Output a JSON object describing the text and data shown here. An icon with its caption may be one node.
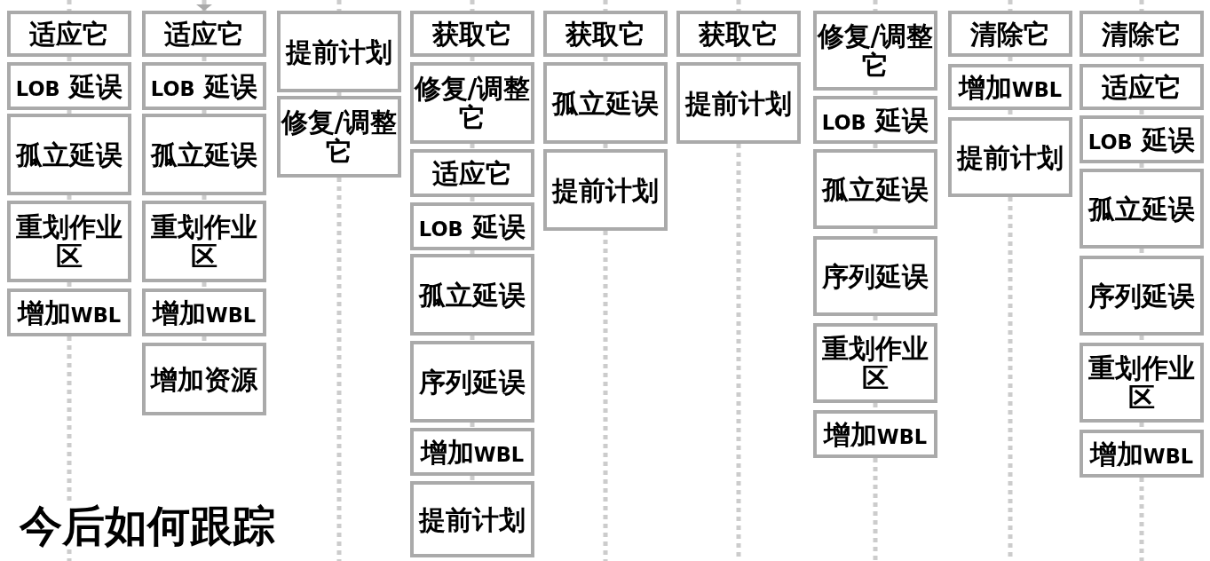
{
  "diagram": {
    "nodes": [
      {
        "text": [
          "适应它"
        ]
      },
      {
        "text": [
          "LOB 延误"
        ]
      },
      {
        "text": [
          "孤立延误"
        ]
      },
      {
        "text": [
          "重划作业区"
        ]
      },
      {
        "text": [
          "增加WBL"
        ]
      },
      {
        "text": [
          "适应它"
        ]
      },
      {
        "text": [
          "LOB 延误"
        ]
      },
      {
        "text": [
          "孤立延误"
        ]
      },
      {
        "text": [
          "重划作业区"
        ]
      },
      {
        "text": [
          "增加WBL"
        ]
      },
      {
        "text": [
          "增加资源"
        ]
      },
      {
        "text": [
          "提前计划"
        ]
      },
      {
        "text": [
          "修复/调整它"
        ]
      },
      {
        "text": [
          "获取它"
        ]
      },
      {
        "text": [
          "修复/调整它"
        ]
      },
      {
        "text": [
          "适应它"
        ]
      },
      {
        "text": [
          "LOB 延误"
        ]
      },
      {
        "text": [
          "孤立延误"
        ]
      },
      {
        "text": [
          "序列延误"
        ]
      },
      {
        "text": [
          "增加WBL"
        ]
      },
      {
        "text": [
          "提前计划"
        ]
      },
      {
        "text": [
          "获取它"
        ]
      },
      {
        "text": [
          "孤立延误"
        ]
      },
      {
        "text": [
          "提前计划"
        ]
      },
      {
        "text": [
          "获取它"
        ]
      },
      {
        "text": [
          "提前计划"
        ]
      },
      {
        "text": [
          "修复/调整它"
        ]
      },
      {
        "text": [
          "LOB 延误"
        ]
      },
      {
        "text": [
          "孤立延误"
        ]
      },
      {
        "text": [
          "序列延误"
        ]
      },
      {
        "text": [
          "重划作业区"
        ]
      },
      {
        "text": [
          "增加WBL"
        ]
      },
      {
        "text": [
          "清除它"
        ]
      },
      {
        "text": [
          "增加WBL"
        ]
      },
      {
        "text": [
          "提前计划"
        ]
      },
      {
        "text": [
          "清除它"
        ]
      },
      {
        "text": [
          "适应它"
        ]
      },
      {
        "text": [
          "LOB 延误"
        ]
      },
      {
        "text": [
          "孤立延误"
        ]
      },
      {
        "text": [
          "序列延误"
        ]
      },
      {
        "text": [
          "重划作业区"
        ]
      },
      {
        "text": [
          "增加WBL"
        ]
      }
    ],
    "edges": [
      {
        "from": null,
        "to": 0,
        "arrow": "none"
      },
      {
        "from": 0,
        "to": 1,
        "arrow": "none"
      },
      {
        "from": 1,
        "to": 2,
        "arrow": "none"
      },
      {
        "from": 2,
        "to": 3,
        "arrow": "none"
      },
      {
        "from": 3,
        "to": 4,
        "arrow": "none"
      },
      {
        "from": 4,
        "to": null,
        "arrow": "none"
      },
      {
        "from": null,
        "to": 5,
        "arrow": "to"
      },
      {
        "from": 5,
        "to": 6,
        "arrow": "none"
      },
      {
        "from": 6,
        "to": 7,
        "arrow": "none"
      },
      {
        "from": 7,
        "to": 8,
        "arrow": "none"
      },
      {
        "from": 8,
        "to": 9,
        "arrow": "none"
      },
      {
        "from": 9,
        "to": 10,
        "arrow": "none"
      },
      {
        "from": null,
        "to": 11,
        "arrow": "none"
      },
      {
        "from": 11,
        "to": 12,
        "arrow": "none"
      },
      {
        "from": 12,
        "to": null,
        "arrow": "none"
      },
      {
        "from": null,
        "to": 13,
        "arrow": "none"
      },
      {
        "from": 13,
        "to": 14,
        "arrow": "none"
      },
      {
        "from": 14,
        "to": 15,
        "arrow": "none"
      },
      {
        "from": 15,
        "to": 16,
        "arrow": "none"
      },
      {
        "from": 16,
        "to": 17,
        "arrow": "none"
      },
      {
        "from": 17,
        "to": 18,
        "arrow": "none"
      },
      {
        "from": 18,
        "to": 19,
        "arrow": "none"
      },
      {
        "from": 19,
        "to": 20,
        "arrow": "none"
      },
      {
        "from": null,
        "to": 21,
        "arrow": "none"
      },
      {
        "from": 21,
        "to": 22,
        "arrow": "none"
      },
      {
        "from": 22,
        "to": 23,
        "arrow": "none"
      },
      {
        "from": 23,
        "to": null,
        "arrow": "none"
      },
      {
        "from": null,
        "to": 24,
        "arrow": "none"
      },
      {
        "from": 24,
        "to": 25,
        "arrow": "none"
      },
      {
        "from": 25,
        "to": null,
        "arrow": "none"
      },
      {
        "from": null,
        "to": 26,
        "arrow": "none"
      },
      {
        "from": 26,
        "to": 27,
        "arrow": "none"
      },
      {
        "from": 27,
        "to": 28,
        "arrow": "none"
      },
      {
        "from": 28,
        "to": 29,
        "arrow": "none"
      },
      {
        "from": 29,
        "to": 30,
        "arrow": "none"
      },
      {
        "from": 30,
        "to": 31,
        "arrow": "none"
      },
      {
        "from": 31,
        "to": null,
        "arrow": "none"
      },
      {
        "from": null,
        "to": 32,
        "arrow": "none"
      },
      {
        "from": 32,
        "to": 33,
        "arrow": "none"
      },
      {
        "from": 33,
        "to": 34,
        "arrow": "none"
      },
      {
        "from": 34,
        "to": null,
        "arrow": "none"
      },
      {
        "from": null,
        "to": 35,
        "arrow": "none"
      },
      {
        "from": 35,
        "to": 36,
        "arrow": "none"
      },
      {
        "from": 36,
        "to": 37,
        "arrow": "none"
      },
      {
        "from": 37,
        "to": 38,
        "arrow": "none"
      },
      {
        "from": 38,
        "to": 39,
        "arrow": "none"
      },
      {
        "from": 39,
        "to": 40,
        "arrow": "none"
      },
      {
        "from": 40,
        "to": 41,
        "arrow": "none"
      },
      {
        "from": 41,
        "to": null,
        "arrow": "none"
      }
    ],
    "labels": [
      "今后如何跟踪"
    ]
  }
}
